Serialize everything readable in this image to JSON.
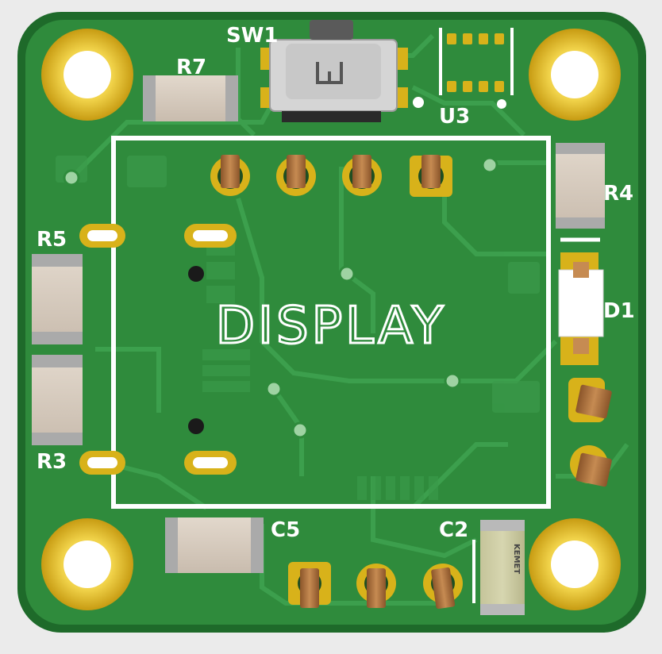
{
  "board": {
    "colors": {
      "background": "#ebebeb",
      "board_edge": "#1e6a2a",
      "board_fill": "#2f8b3c",
      "trace": "#3ea24f",
      "silkscreen": "#ffffff",
      "gold": "#d8b21a",
      "copper": "#b9793f"
    },
    "silkscreen_labels": {
      "sw1": "SW1",
      "r7": "R7",
      "u3": "U3",
      "r4": "R4",
      "r5": "R5",
      "d1": "D1",
      "display": "DISPLAY",
      "r3": "R3",
      "c5": "C5",
      "c2": "C2"
    },
    "capacitor_marking": "KEMET"
  }
}
